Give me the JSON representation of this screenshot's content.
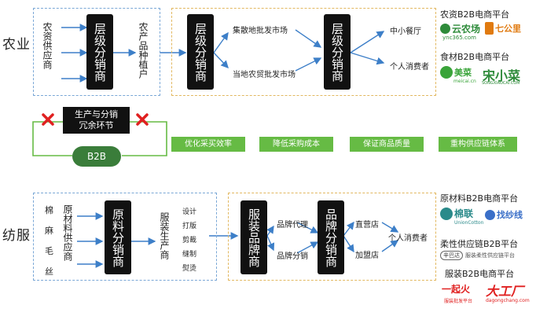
{
  "colors": {
    "accent_blue": "#3d7fc8",
    "green": "#66bb44",
    "dark": "#111111",
    "red": "#e02020",
    "outline_gold": "#e2b860",
    "outline_blue": "#7aa7d6"
  },
  "agri": {
    "section": "农业",
    "supplier": "农资供应商",
    "box1": "层级分销商",
    "product": "农产品种植户",
    "box2": "层级分销商",
    "market1": "集散地批发市场",
    "market2": "当地农贸批发市场",
    "box3": "层级分销商",
    "dest1": "中小餐厅",
    "dest2": "个人消费者",
    "plat1_title": "农资B2B电商平台",
    "plat1_logo1": "云农场",
    "plat1_logo1_sub": "ync365.com",
    "plat1_logo2": "七公里",
    "plat2_title": "食材B2B电商平台",
    "plat2_logo1": "美菜",
    "plat2_logo1_sub": "meicai.cn",
    "plat2_logo2": "宋小菜",
    "plat2_logo2_sub": "SONGXIAOCAI.COM"
  },
  "middle": {
    "cut_box": "生产与分销\n冗余环节",
    "b2b": "B2B",
    "benefits": [
      "优化采买效率",
      "降低采购成本",
      "保证商品质量",
      "重构供应链体系"
    ],
    "cross_icon": "red-x-icon"
  },
  "textile": {
    "section": "纺服",
    "raw": [
      "棉",
      "麻",
      "毛",
      "丝"
    ],
    "supplier": "原材料供应商",
    "box1": "原料分销商",
    "producer": "服装生产商",
    "steps": [
      "设计",
      "打版",
      "剪裁",
      "缝制",
      "熨烫"
    ],
    "box2": "服装品牌商",
    "mid1": "品牌代理",
    "mid2": "品牌分销",
    "box3": "品牌分销商",
    "outlet1": "直营店",
    "outlet2": "加盟店",
    "dest": "个人消费者",
    "plat1_title": "原材料B2B电商平台",
    "plat1_logo1": "棉联",
    "plat1_logo1_sub": "UnionCotton",
    "plat1_logo2": "找纱线",
    "plat2_title": "柔性供应链B2B平台",
    "plat2_logo1": "辛巴达",
    "plat2_logo1_sub": "服装柔性供应链平台",
    "plat3_title": "服装B2B电商平台",
    "plat3_logo1": "一起火",
    "plat3_logo1_sub": "服装批发平台",
    "plat3_logo2": "大工厂",
    "plat3_logo2_sub": "dagongchang.com"
  }
}
